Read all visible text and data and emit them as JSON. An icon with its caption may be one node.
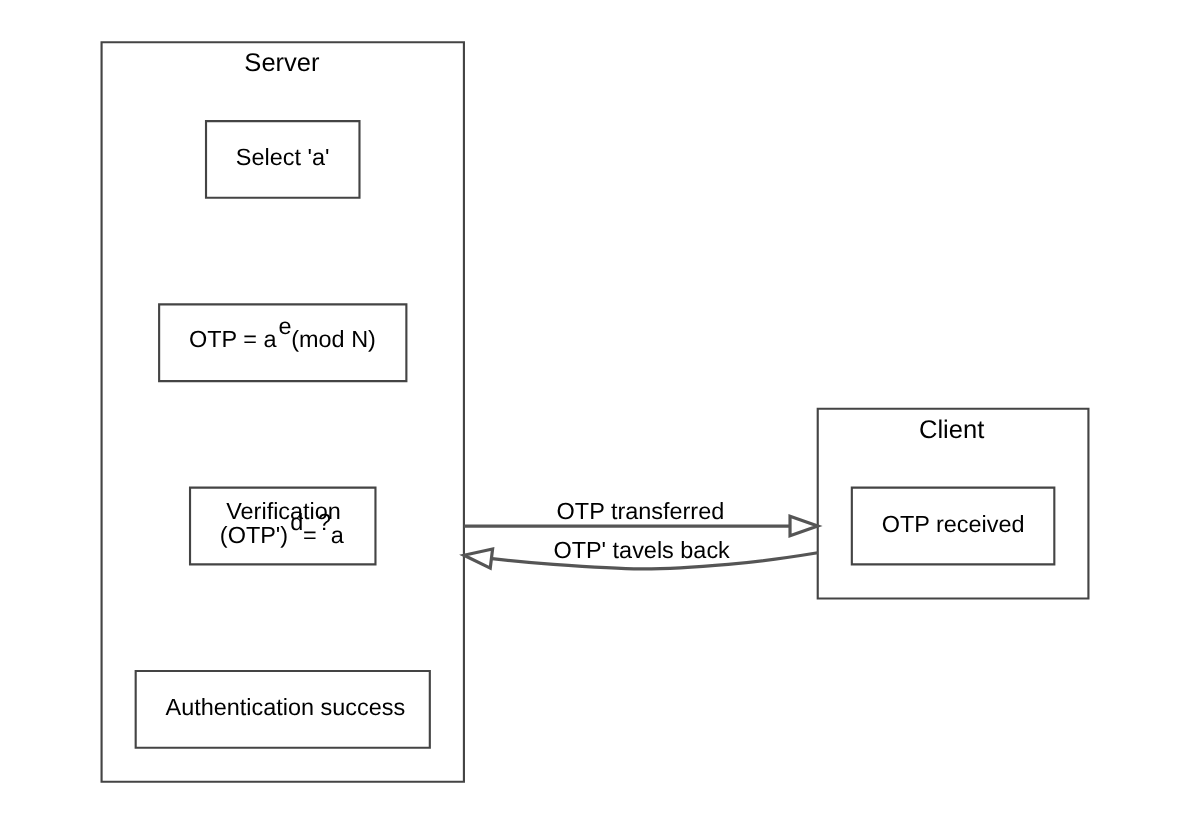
{
  "diagram": {
    "nodes": [
      {
        "text": [
          "Server"
        ]
      },
      {
        "text": [
          "Select 'a'"
        ],
        "in": 0
      },
      {
        "text": [
          "OTP = a$^{e}$(mod N)"
        ],
        "in": 0
      },
      {
        "text": [
          "Verification",
          "(OTP')$^{d}$=$^{?}$a"
        ],
        "in": 0
      },
      {
        "text": [
          "Authentication success"
        ],
        "in": 0
      },
      {
        "text": [
          "Client"
        ]
      },
      {
        "text": [
          "OTP received"
        ],
        "in": 5
      }
    ],
    "edges": [
      {
        "from": 0,
        "to": 5,
        "arrow": "to",
        "label": "OTP transferred"
      },
      {
        "from": 5,
        "to": 0,
        "arrow": "to",
        "label": "OTP' tavels back"
      }
    ]
  }
}
